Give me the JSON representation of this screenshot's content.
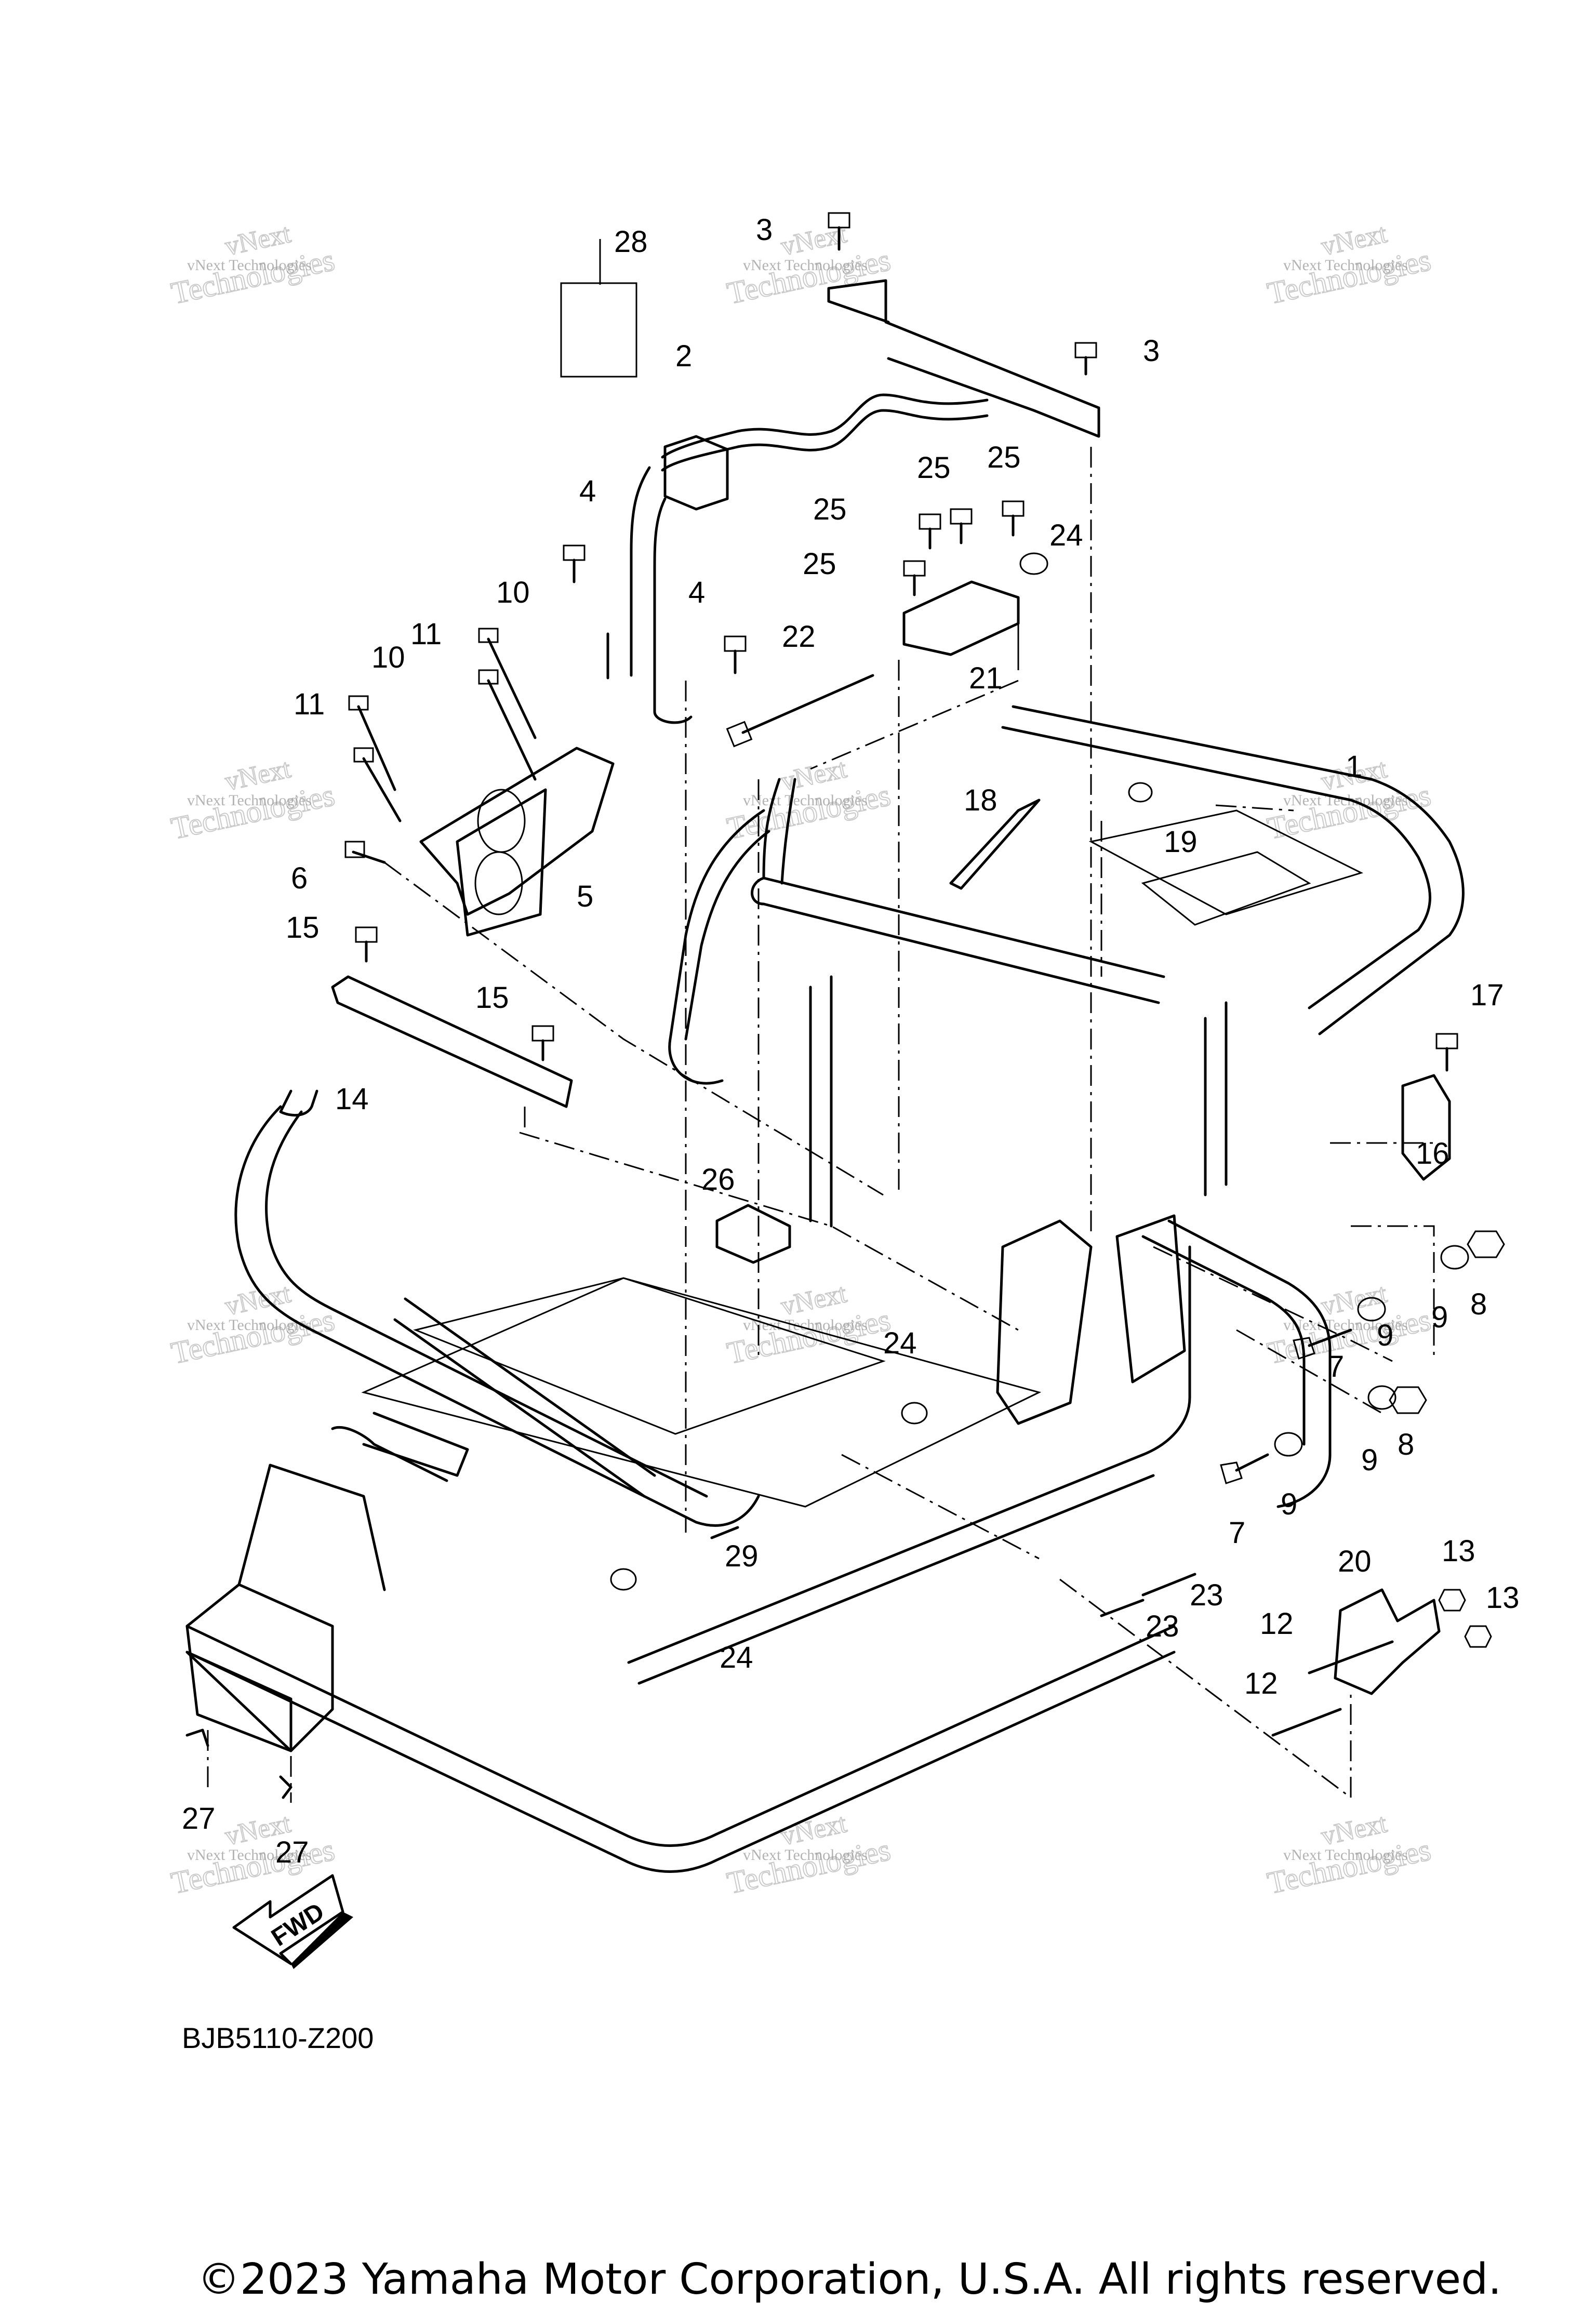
{
  "diagram_code": "BJB5110-Z200",
  "copyright": "©2023 Yamaha Motor Corporation, U.S.A. All rights reserved.",
  "fwd_label": "FWD",
  "watermark": {
    "line1": "vNext Technologies",
    "line2": "vNext",
    "line3": "Technologies"
  },
  "callouts": [
    "28",
    "3",
    "3",
    "2",
    "4",
    "4",
    "25",
    "25",
    "25",
    "25",
    "24",
    "22",
    "21",
    "10",
    "10",
    "11",
    "11",
    "1",
    "18",
    "19",
    "6",
    "5",
    "15",
    "15",
    "14",
    "17",
    "16",
    "26",
    "9",
    "8",
    "9",
    "7",
    "9",
    "8",
    "7",
    "9",
    "24",
    "20",
    "13",
    "13",
    "29",
    "23",
    "23",
    "12",
    "12",
    "24",
    "27",
    "27"
  ]
}
